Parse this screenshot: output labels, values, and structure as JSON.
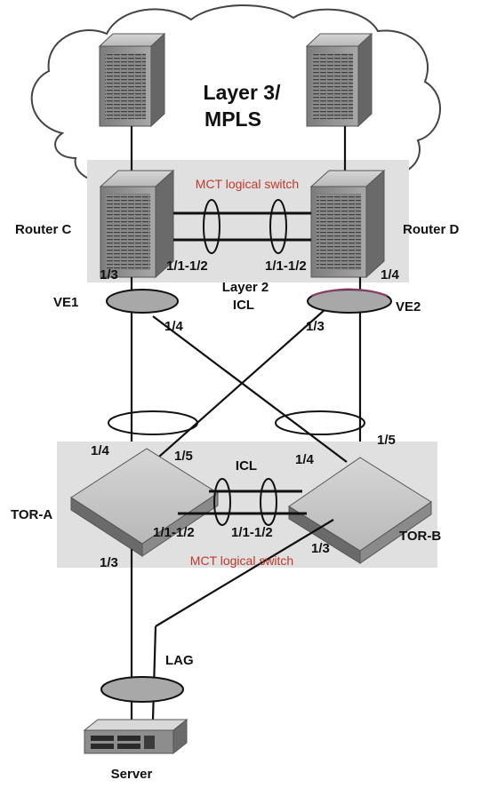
{
  "cloud_label_line1": "Layer 3/",
  "cloud_label_line2": "MPLS",
  "top_switch": {
    "name": "MCT logical switch",
    "router_left": "Router C",
    "router_right": "Router D",
    "port_left_icl": "1/1-1/2",
    "port_right_icl": "1/1-1/2",
    "layer2_line1": "Layer 2",
    "layer2_line2": "ICL",
    "port_c_down": "1/3",
    "port_d_down": "1/4",
    "ve_left": "VE1",
    "ve_right": "VE2",
    "port_c_cross": "1/4",
    "port_d_cross": "1/3"
  },
  "bottom_switch": {
    "name": "MCT logical switch",
    "tor_left": "TOR-A",
    "tor_right": "TOR-B",
    "icl": "ICL",
    "port_a_up_left": "1/4",
    "port_a_up_right": "1/5",
    "port_b_up_left": "1/4",
    "port_b_up_right": "1/5",
    "port_a_icl": "1/1-1/2",
    "port_b_icl": "1/1-1/2",
    "port_a_down": "1/3",
    "port_b_down": "1/3"
  },
  "lag": "LAG",
  "server": "Server",
  "colors": {
    "accent_red": "#c0392b",
    "box_gray": "#e0e0e0",
    "device_gray": "#9a9a9a"
  }
}
